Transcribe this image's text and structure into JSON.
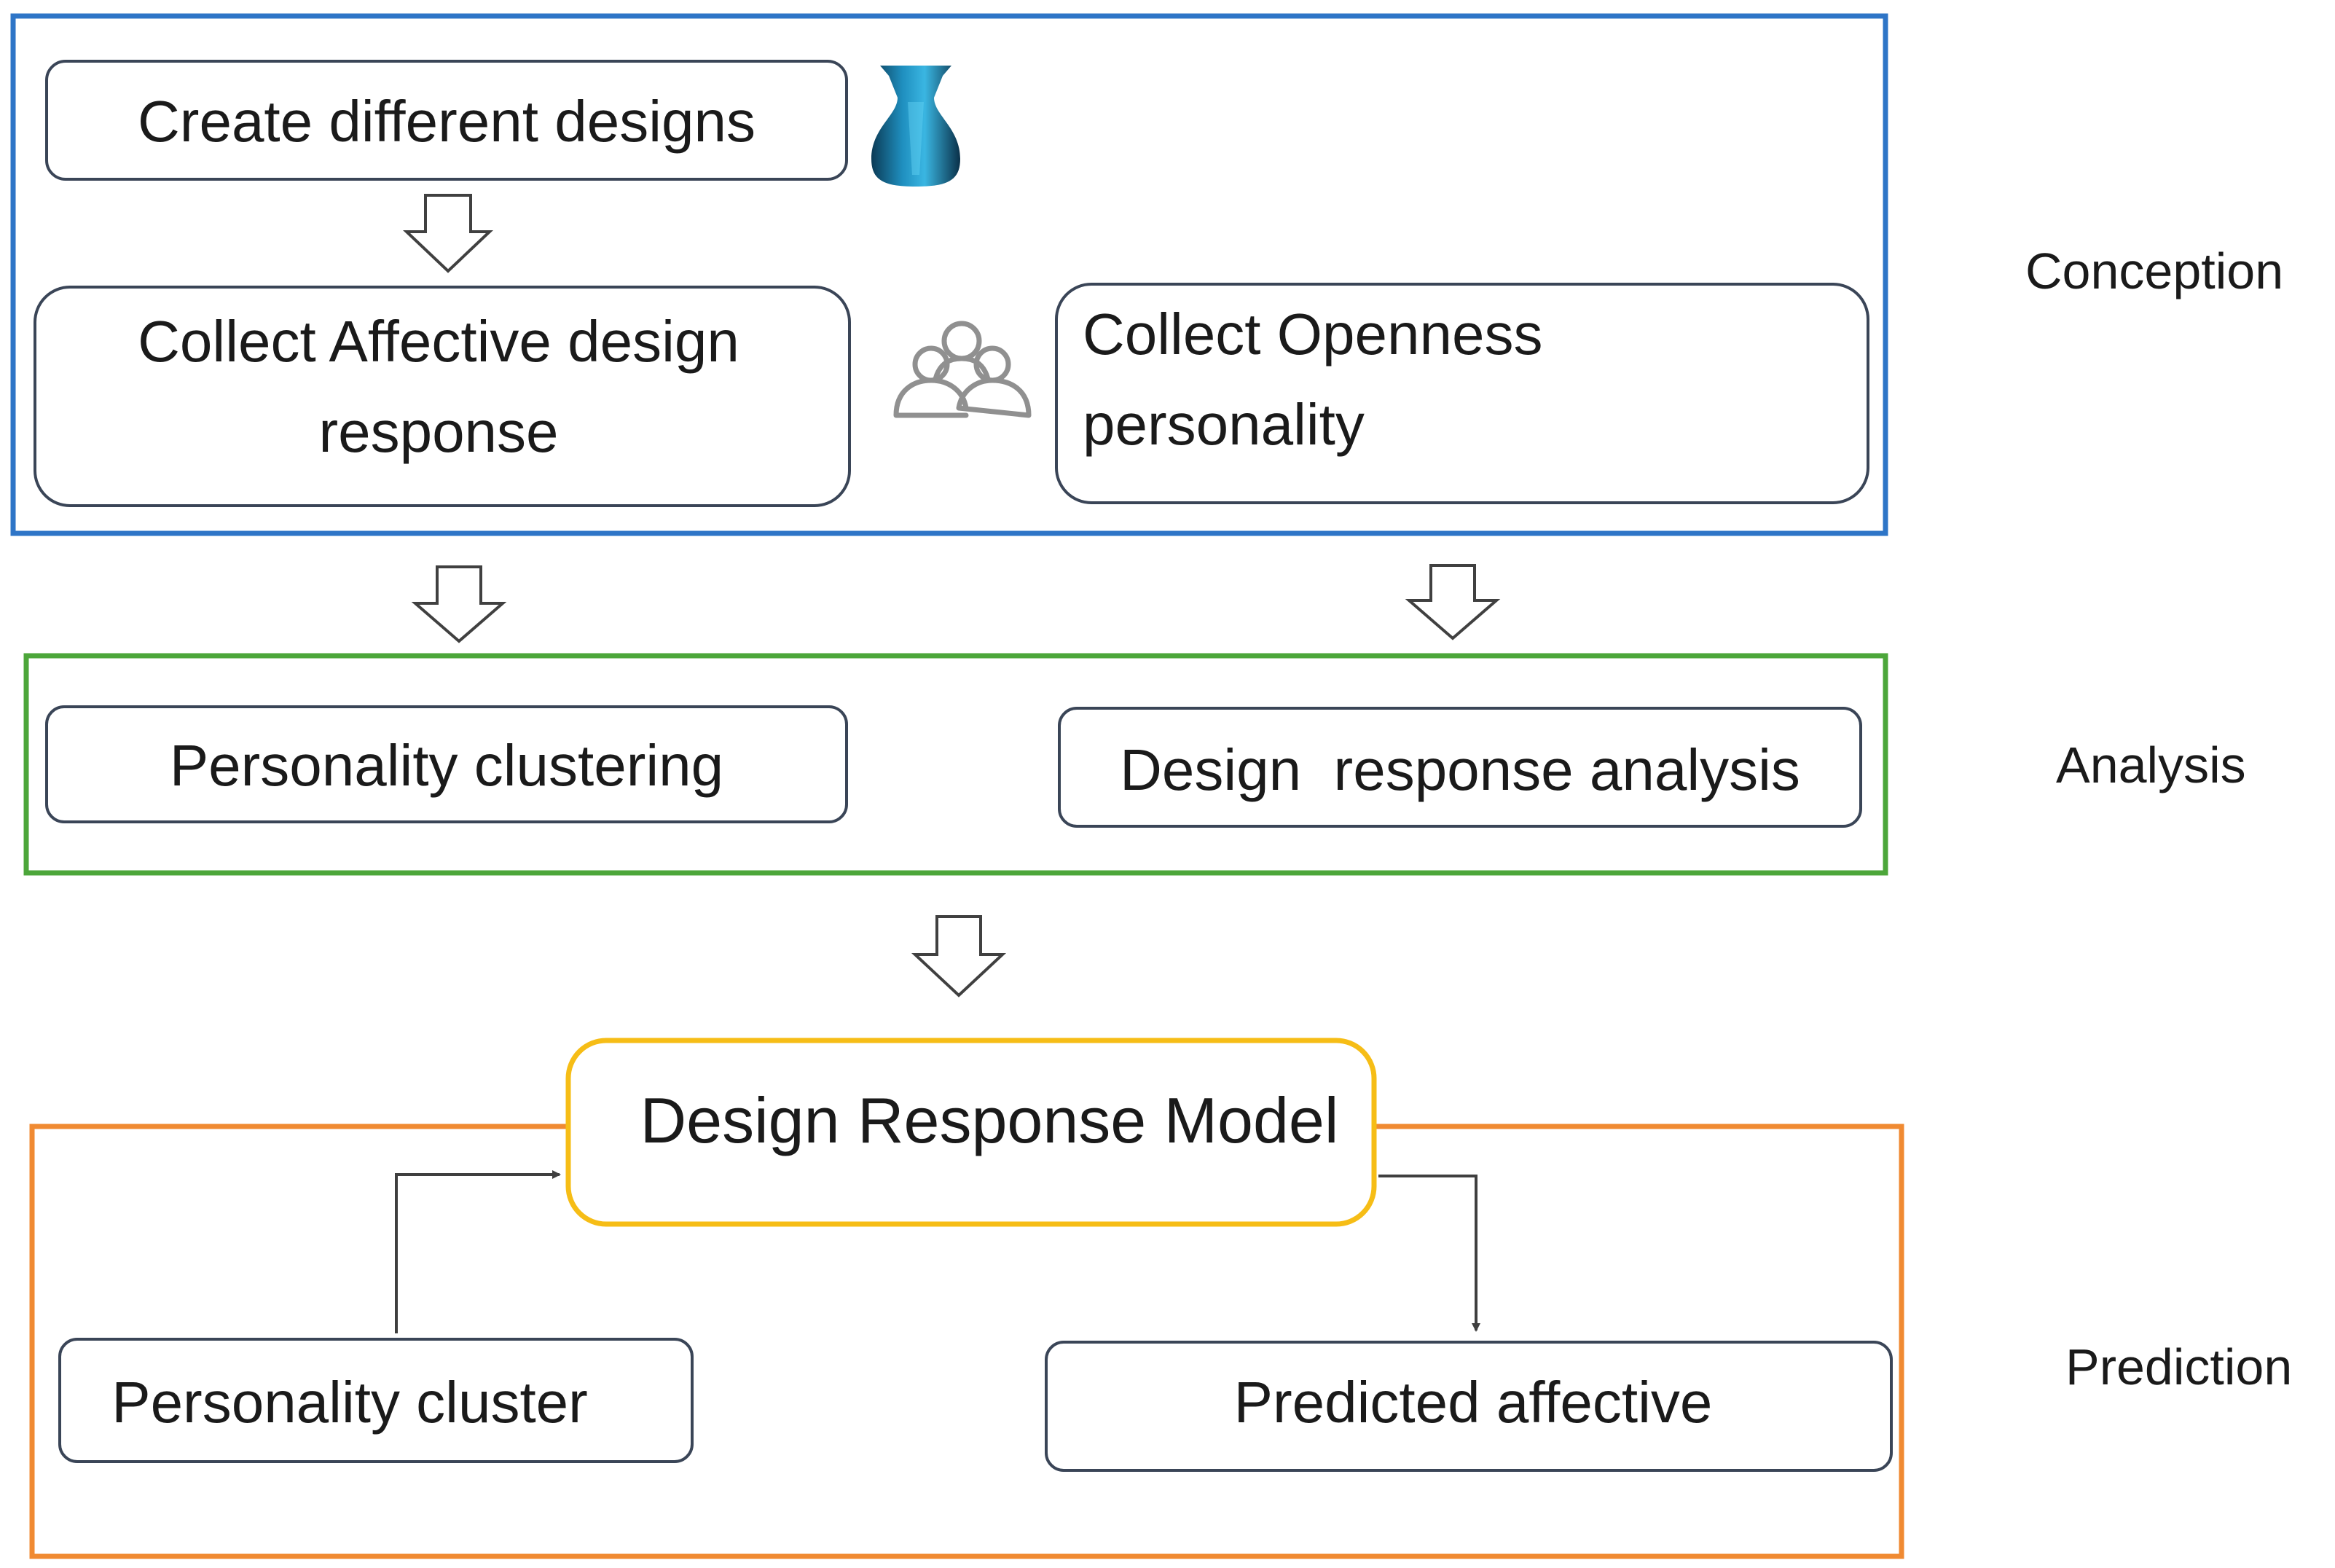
{
  "stages": {
    "conception": "Conception",
    "analysis": "Analysis",
    "prediction": "Prediction"
  },
  "boxes": {
    "create_designs": "Create different designs",
    "collect_affective": {
      "line1": "Collect Affective design",
      "line2": "response"
    },
    "collect_openness": {
      "line1": "Collect Openness",
      "line2": "personality"
    },
    "personality_clustering": "Personality clustering",
    "design_response_analysis": "Design  response analysis",
    "design_response_model": "Design Response Model",
    "personality_cluster": "Personality cluster",
    "predicted_affective": "Predicted affective"
  },
  "icons": {
    "design": "vase-icon",
    "participants": "people-group-icon",
    "flow": "down-arrow-icon"
  },
  "colors": {
    "conception_border": "#2e75c7",
    "analysis_border": "#4ca63a",
    "prediction_border": "#f08a32",
    "model_border": "#f6bd16",
    "box_border": "#3a4557",
    "vase_fill": "#1a6e96",
    "text": "#1a1a1a"
  }
}
